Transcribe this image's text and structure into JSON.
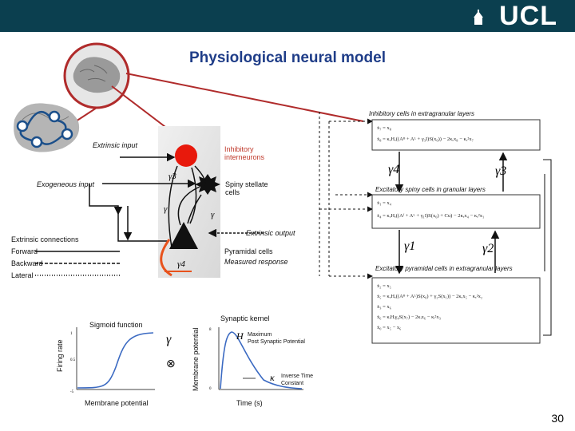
{
  "header": {
    "logo_text": "UCL"
  },
  "slide": {
    "title": "Physiological neural model",
    "page_number": "30"
  },
  "circuit": {
    "extrinsic_input": "Extrinsic input",
    "exogeneous_input": "Exogeneous input",
    "inhibitory_interneurons": "Inhibitory interneurons",
    "spiny_stellate": "Spiny stellate cells",
    "extrinsic_output": "Extrinsic output",
    "pyramidal_cells": "Pyramidal cells",
    "measured_response": "Measured response",
    "extrinsic_connections": "Extrinsic connections",
    "forward": "Forward",
    "backward": "Backward",
    "lateral": "Lateral"
  },
  "equations": {
    "inhibitory_box_title": "Inhibitory cells in extragranular layers",
    "spiny_box_title": "Excitatory spiny cells in granular layers",
    "pyramidal_box_title": "Excitatory pyramidal cells in extragranular layers",
    "gamma4": "γ4",
    "gamma3": "γ3",
    "gamma1": "γ1",
    "gamma2": "γ2"
  },
  "sigmoid": {
    "title": "Sigmoid function",
    "ylabel": "Firing rate",
    "xlabel": "Membrane potential"
  },
  "kernel": {
    "title": "Synaptic kernel",
    "ylabel": "Membrane potential",
    "xlabel": "Time (s)",
    "H_label": "H",
    "H_desc1": "Maximum",
    "H_desc2": "Post Synaptic Potential",
    "kappa_label": "κ",
    "kappa_desc1": "Inverse Time",
    "kappa_desc2": "Constant"
  },
  "operator": {
    "gamma": "γ",
    "otimes": "⊗"
  }
}
